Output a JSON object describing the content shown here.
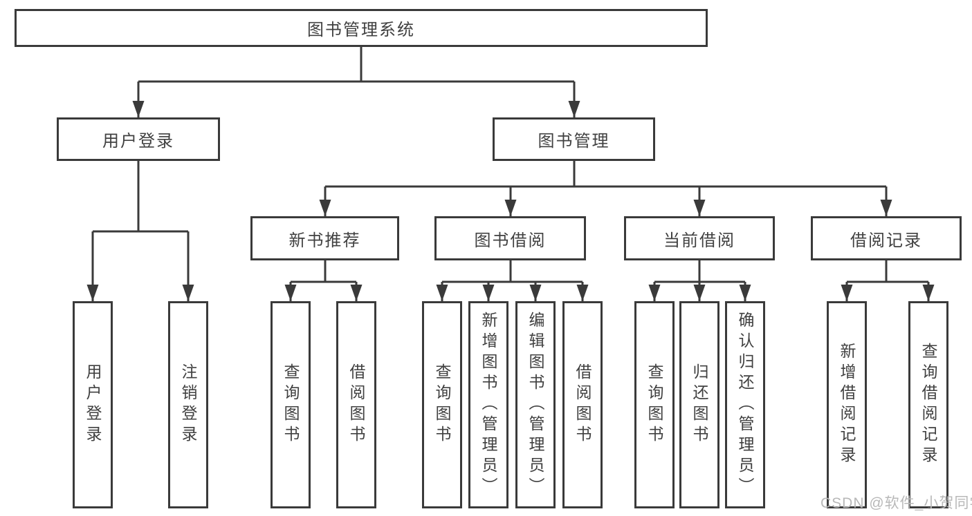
{
  "root": {
    "label": "图书管理系统"
  },
  "level2": [
    {
      "label": "用户登录",
      "parent": "图书管理系统"
    },
    {
      "label": "图书管理",
      "parent": "图书管理系统"
    }
  ],
  "level3": [
    {
      "label": "新书推荐",
      "parent": "图书管理"
    },
    {
      "label": "图书借阅",
      "parent": "图书管理"
    },
    {
      "label": "当前借阅",
      "parent": "图书管理"
    },
    {
      "label": "借阅记录",
      "parent": "图书管理"
    }
  ],
  "leaves": [
    {
      "label": "用户登录",
      "parent": "用户登录"
    },
    {
      "label": "注销登录",
      "parent": "用户登录"
    },
    {
      "label": "查询图书",
      "parent": "新书推荐"
    },
    {
      "label": "借阅图书",
      "parent": "新书推荐"
    },
    {
      "label": "查询图书",
      "parent": "图书借阅"
    },
    {
      "label": "新增图书（管理员）",
      "parent": "图书借阅"
    },
    {
      "label": "编辑图书（管理员）",
      "parent": "图书借阅"
    },
    {
      "label": "借阅图书",
      "parent": "图书借阅"
    },
    {
      "label": "查询图书",
      "parent": "当前借阅"
    },
    {
      "label": "归还图书",
      "parent": "当前借阅"
    },
    {
      "label": "确认归还（管理员）",
      "parent": "当前借阅"
    },
    {
      "label": "新增借阅记录",
      "parent": "借阅记录"
    },
    {
      "label": "查询借阅记录",
      "parent": "借阅记录"
    }
  ],
  "watermark": {
    "text": "CSDN @软件_小贺同学"
  },
  "colors": {
    "line": "#3a3a3a",
    "text": "#404040",
    "node_background": "#ffffff",
    "page_background": "#ffffff",
    "watermark": "#b8b8b8"
  }
}
